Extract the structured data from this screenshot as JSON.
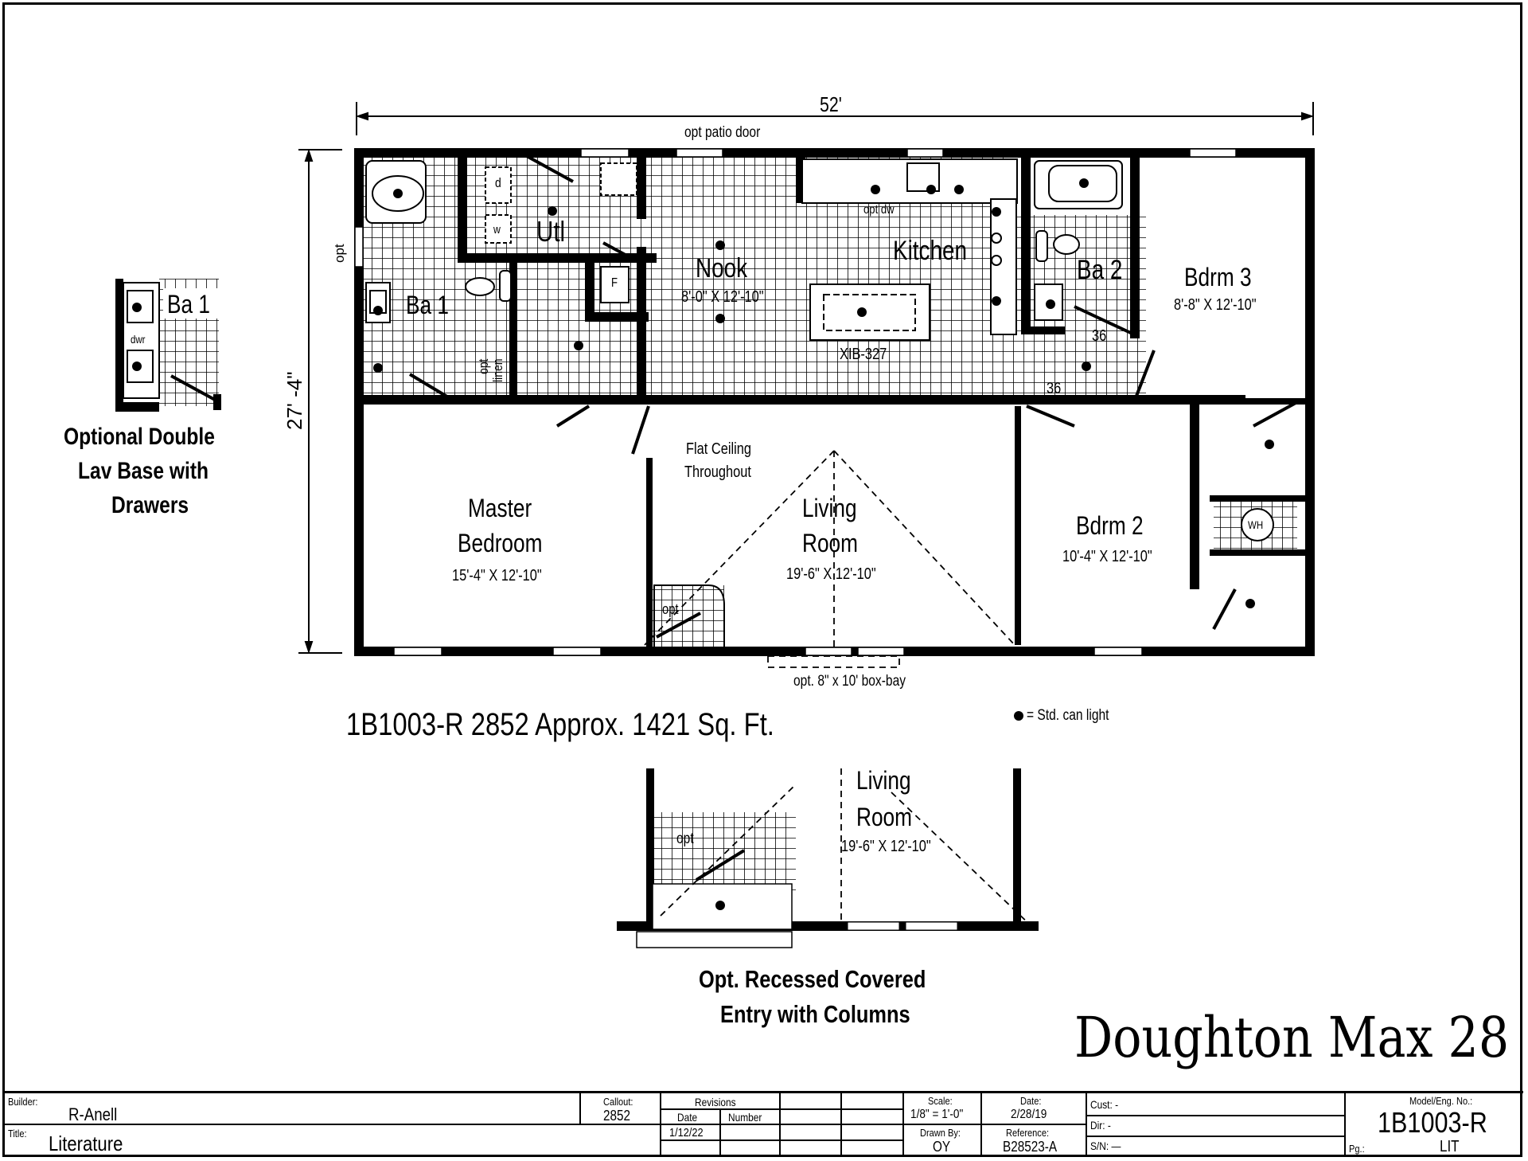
{
  "plan": {
    "model_name": "Doughton Max 28",
    "headline": "1B1003-R 2852 Approx. 1421 Sq. Ft.",
    "legend": "= Std. can light",
    "dimensions": {
      "width": "52'",
      "depth": "27' -4\""
    },
    "notes": {
      "opt_patio_door": "opt patio door",
      "opt_window_left": "opt",
      "flat_ceiling": [
        "Flat Ceiling",
        "Throughout"
      ],
      "box_bay": "opt. 8\" x 10' box-bay",
      "opt_dw": "opt dw",
      "island": "XIB-327",
      "door_36_a": "36",
      "door_36_b": "36",
      "opt_linen": [
        "opt",
        "linen"
      ],
      "opt_entry": "opt",
      "dryer": "d",
      "washer": "w",
      "furnace": "F",
      "water_heater": "WH",
      "dwr": "dwr"
    },
    "rooms": [
      {
        "id": "ba1",
        "name": "Ba 1",
        "size": ""
      },
      {
        "id": "utl",
        "name": "Utl",
        "size": ""
      },
      {
        "id": "nook",
        "name": "Nook",
        "size": "8'-0\" X 12'-10\""
      },
      {
        "id": "kitchen",
        "name": "Kitchen",
        "size": ""
      },
      {
        "id": "ba2",
        "name": "Ba 2",
        "size": ""
      },
      {
        "id": "bdrm3",
        "name": "Bdrm 3",
        "size": "8'-8\" X 12'-10\""
      },
      {
        "id": "master",
        "name": [
          "Master",
          "Bedroom"
        ],
        "size": "15'-4\" X 12'-10\""
      },
      {
        "id": "living",
        "name": [
          "Living",
          "Room"
        ],
        "size": "19'-6\" X 12'-10\""
      },
      {
        "id": "bdrm2",
        "name": "Bdrm 2",
        "size": "10'-4\" X 12'-10\""
      }
    ]
  },
  "insets": {
    "double_lav": {
      "room": "Ba 1",
      "dwr": "dwr",
      "caption": [
        "Optional Double",
        "Lav Base with",
        "Drawers"
      ]
    },
    "recessed_entry": {
      "room": [
        "Living",
        "Room"
      ],
      "size": "19'-6\" X 12'-10\"",
      "opt": "opt",
      "caption": [
        "Opt. Recessed Covered",
        "Entry with Columns"
      ]
    }
  },
  "title_block": {
    "builder_label": "Builder:",
    "builder": "R-Anell",
    "title_label": "Title:",
    "title": "Literature",
    "callout_label": "Callout:",
    "callout": "2852",
    "revisions_label": "Revisions",
    "rev_date_label": "Date",
    "rev_number_label": "Number",
    "rev_date_1": "1/12/22",
    "scale_label": "Scale:",
    "scale": "1/8\" = 1'-0\"",
    "date_label": "Date:",
    "date": "2/28/19",
    "drawn_by_label": "Drawn By:",
    "drawn_by": "OY",
    "reference_label": "Reference:",
    "reference": "B28523-A",
    "cust_label": "Cust: -",
    "dir_label": "Dir:  -",
    "sn_label": "S/N:  —",
    "model_label": "Model/Eng. No.:",
    "model": "1B1003-R",
    "pg_label": "Pg.:",
    "pg": "LIT"
  },
  "colors": {
    "ink": "#000000",
    "paper": "#ffffff"
  }
}
